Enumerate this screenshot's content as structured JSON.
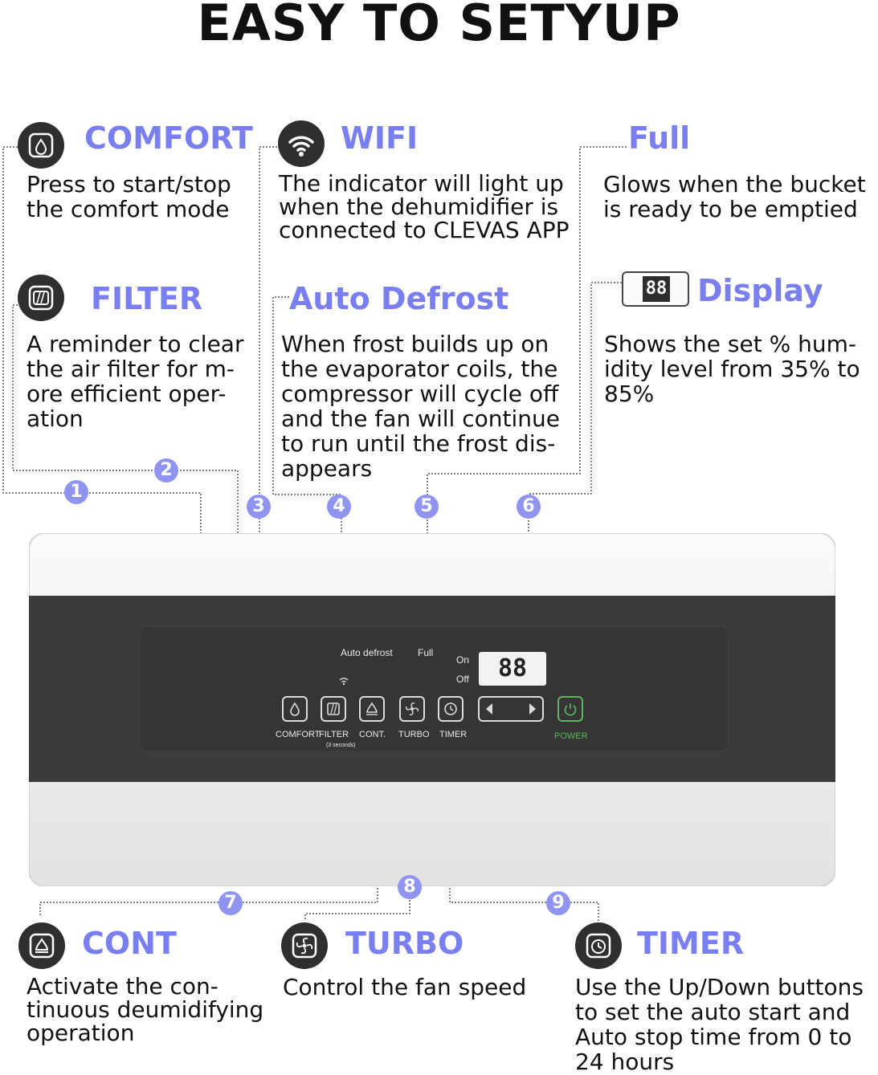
{
  "title": "EASY TO SETYUP",
  "features": {
    "comfort": {
      "heading": "COMFORT",
      "desc": "Press to start/stop the comfort mode",
      "icon": "comfort-icon"
    },
    "wifi": {
      "heading": "WIFI",
      "desc": "The indicator will light up when the dehumidifier is connected to CLEVAS APP",
      "icon": "wifi-icon"
    },
    "full": {
      "heading": "Full",
      "desc": "Glows when the bucket is ready to be emptied"
    },
    "filter": {
      "heading": "FILTER",
      "desc": "A reminder to clear the air filter for m-ore efficient oper-ation",
      "icon": "filter-icon"
    },
    "auto_defrost": {
      "heading": "Auto Defrost",
      "desc": "When frost builds up on the evaporator coils, the compressor will cycle off and the fan will continue to run until the frost dis-appears"
    },
    "display": {
      "heading": "Display",
      "desc": "Shows the set % hum-idity level from 35% to 85%",
      "icon": "display-icon",
      "icon_text": "88"
    },
    "cont": {
      "heading": "CONT",
      "desc": "Activate the con-tinuous deumidifying operation",
      "icon": "cont-icon"
    },
    "turbo": {
      "heading": "TURBO",
      "desc": "Control the fan speed",
      "icon": "turbo-icon"
    },
    "timer": {
      "heading": "TIMER",
      "desc": "Use the Up/Down buttons to set the auto start and Auto stop time from 0 to 24 hours",
      "icon": "timer-icon"
    }
  },
  "callouts": [
    "1",
    "2",
    "3",
    "4",
    "5",
    "6",
    "7",
    "8",
    "9"
  ],
  "panel": {
    "auto_defrost": "Auto defrost",
    "full": "Full",
    "on": "On",
    "off": "Off",
    "lcd": "88",
    "buttons": [
      "COMFORT",
      "FILTER",
      "CONT.",
      "TURBO",
      "TIMER"
    ],
    "filter_sub": "(3 seconds)",
    "power": "POWER"
  },
  "colors": {
    "accent": "#7a7ff0",
    "callout": "#8f95ef",
    "panel": "#3b3b3b",
    "power": "#5cb85c"
  }
}
